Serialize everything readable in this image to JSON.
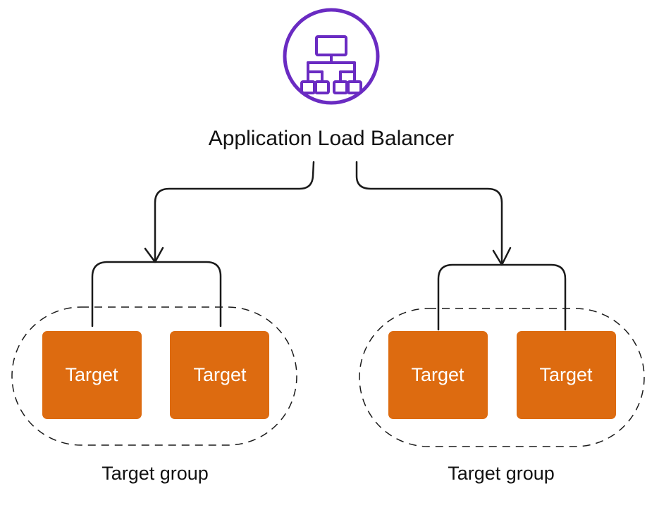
{
  "colors": {
    "alb_accent": "#6A2BC2",
    "target_fill": "#DD6B10",
    "target_text": "#FFFFFF",
    "lines": "#1A1A1A"
  },
  "icons": {
    "alb": "hierarchy-icon"
  },
  "alb": {
    "label": "Application Load Balancer"
  },
  "target_groups": [
    {
      "label": "Target group",
      "targets": [
        {
          "label": "Target"
        },
        {
          "label": "Target"
        }
      ]
    },
    {
      "label": "Target group",
      "targets": [
        {
          "label": "Target"
        },
        {
          "label": "Target"
        }
      ]
    }
  ]
}
